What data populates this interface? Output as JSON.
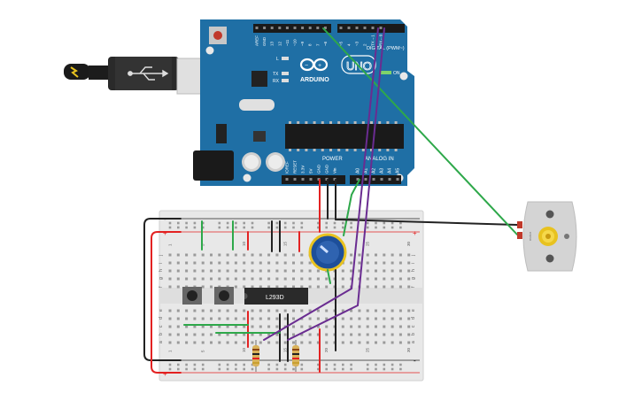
{
  "arduino": {
    "brand": "ARDUINO",
    "model": "UNO",
    "label_digital": "DIGITAL (PWM~)",
    "label_power": "POWER",
    "label_analog": "ANALOG IN",
    "label_on": "ON",
    "label_l": "L",
    "label_tx": "TX",
    "label_rx": "RX",
    "top_pins": [
      "AREF",
      "GND",
      "13",
      "12",
      "~11",
      "~10",
      "~9",
      "8",
      "7",
      "~6",
      "~5",
      "4",
      "~3",
      "2",
      "TX→1",
      "RX←0"
    ],
    "power_pins": [
      "IOREF",
      "RESET",
      "3.3V",
      "5V",
      "GND",
      "GND",
      "Vin"
    ],
    "analog_pins": [
      "A0",
      "A1",
      "A2",
      "A3",
      "A4",
      "A5"
    ]
  },
  "breadboard": {
    "col_numbers": [
      "1",
      "5",
      "10",
      "15",
      "20",
      "25",
      "30"
    ],
    "row_letters_top": [
      "j",
      "i",
      "h",
      "g",
      "f"
    ],
    "row_letters_bottom": [
      "e",
      "d",
      "c",
      "b",
      "a"
    ],
    "rail_plus": "+",
    "rail_minus": "-"
  },
  "chip": {
    "label": "L293D"
  },
  "motor": {
    "label": "motor"
  },
  "colors": {
    "board": "#1f6fa5",
    "board_dark": "#175a88",
    "wire_red": "#e32222",
    "wire_black": "#222222",
    "wire_green": "#2ea84a",
    "wire_purple": "#6a2c91",
    "breadboard": "#e8e8e8",
    "pot": "#1d4f9a"
  }
}
